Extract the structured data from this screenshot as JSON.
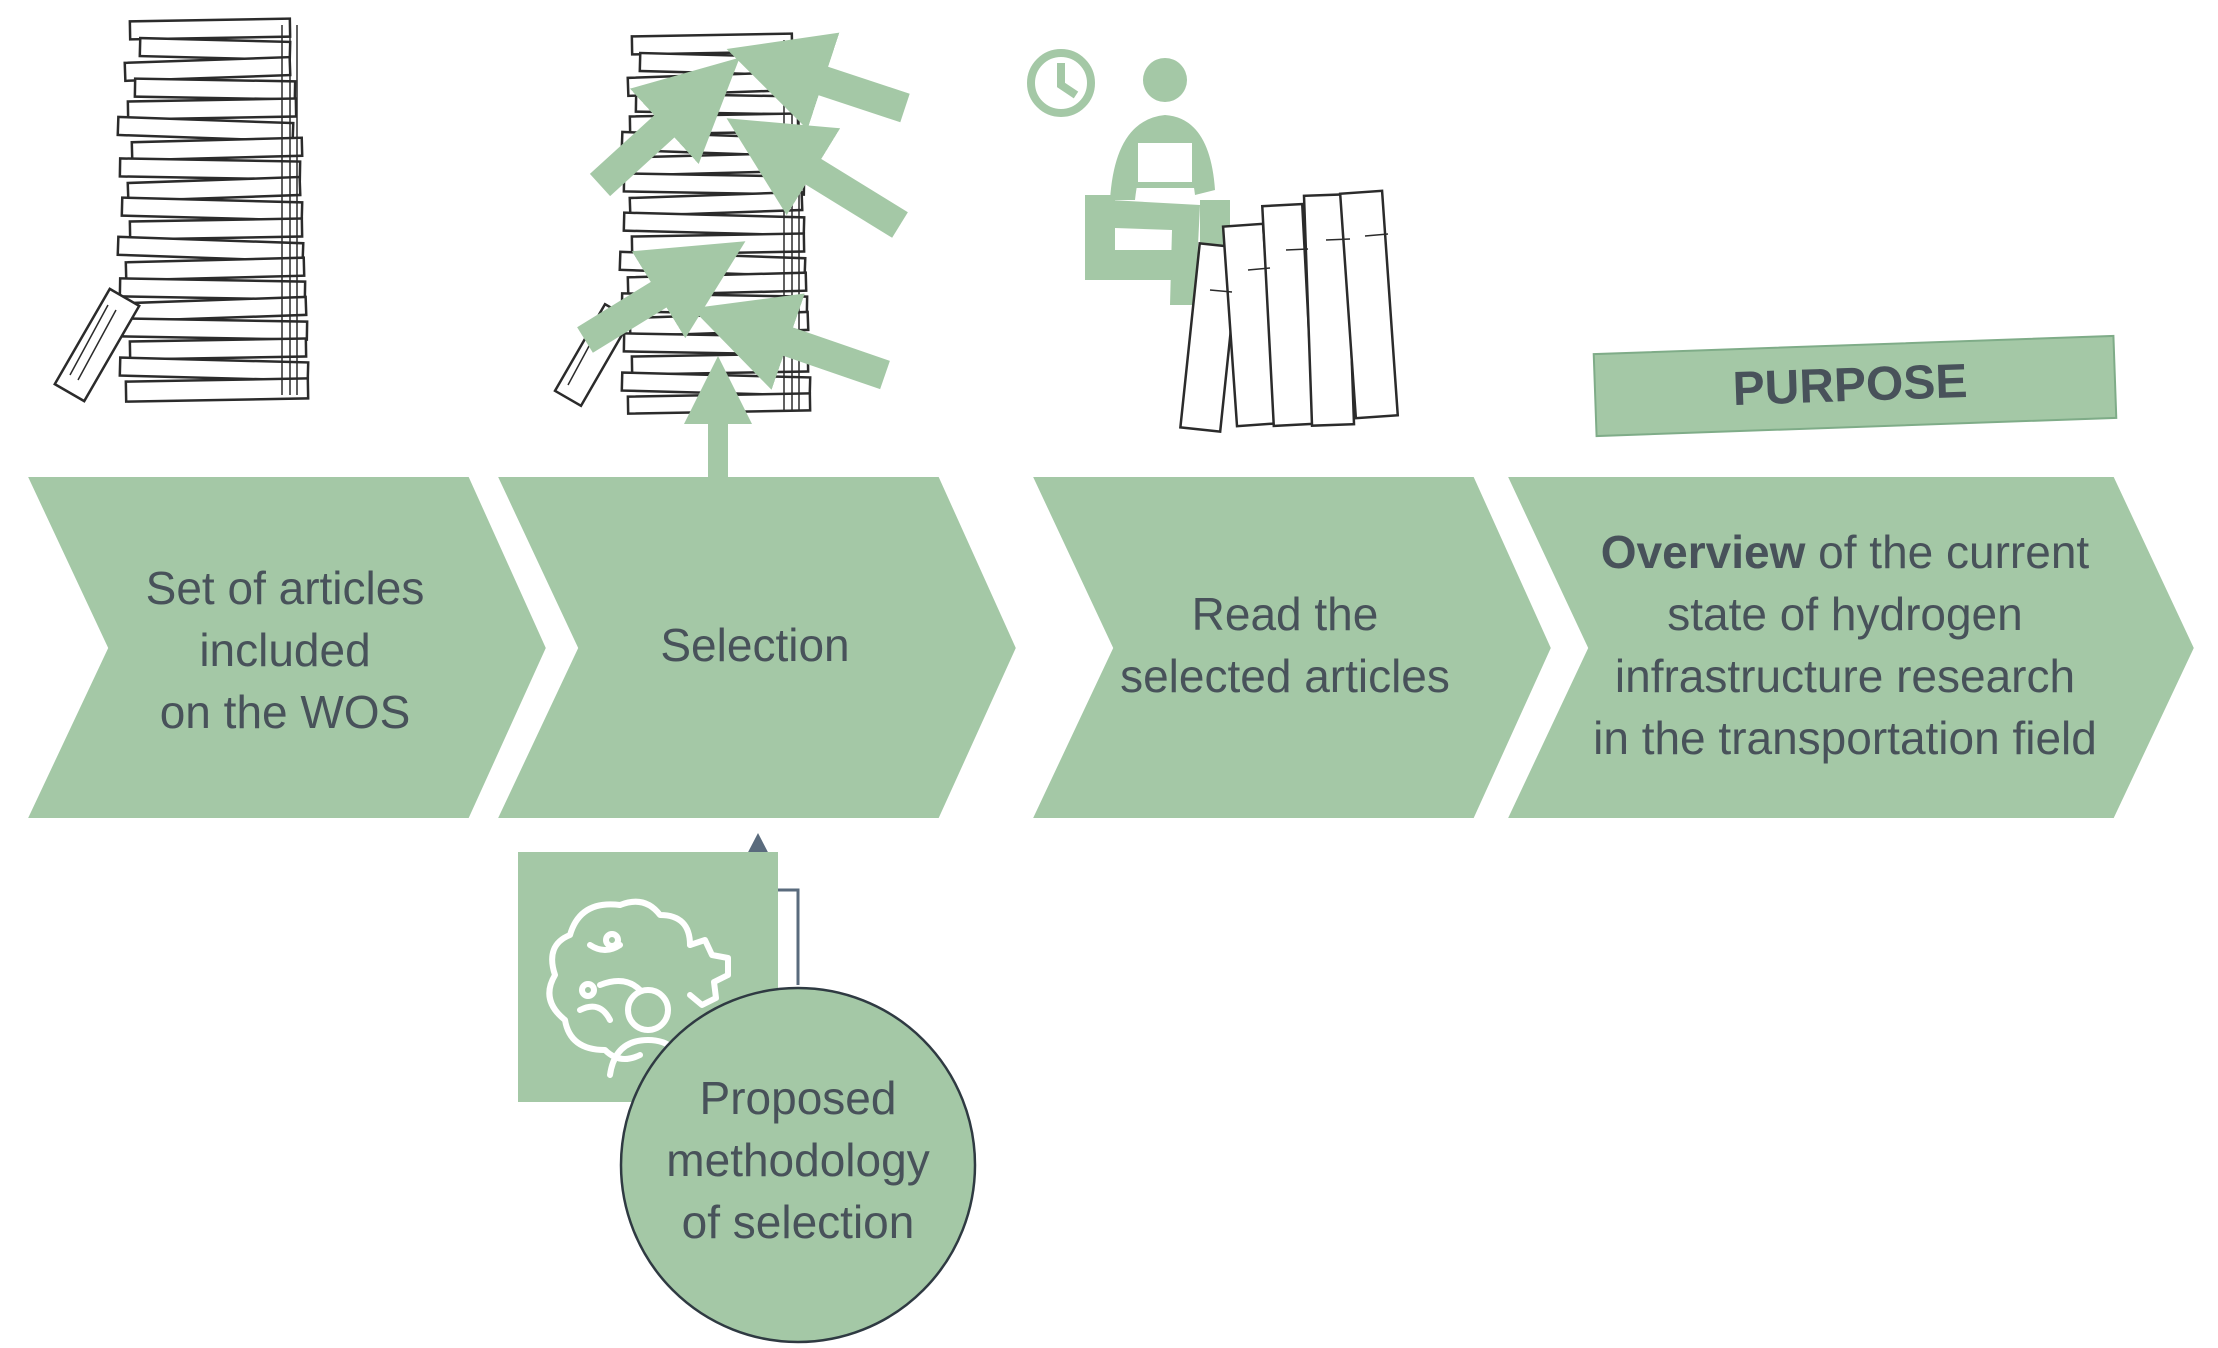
{
  "colors": {
    "fill": "#a4c8a6",
    "fill_dark": "#7fac88",
    "stroke": "#ffffff",
    "text": "#48525a",
    "books": "#2b2b2b"
  },
  "steps": [
    {
      "lines": [
        "Set of articles",
        "included",
        "on the WOS"
      ]
    },
    {
      "lines": [
        "Selection"
      ]
    },
    {
      "lines": [
        "Read the",
        "selected articles"
      ]
    },
    {
      "bold_lead": "Overview",
      "lines_first_rest": " of the current",
      "lines": [
        "state of hydrogen",
        "infrastructure research",
        "in the transportation field"
      ]
    }
  ],
  "purpose_label": "PURPOSE",
  "methodology": {
    "lines": [
      "Proposed",
      "methodology",
      "of selection"
    ]
  },
  "icons": [
    "stacked-books-icon",
    "fallen-book-icon",
    "clock-icon",
    "reading-person-icon",
    "armchair-icon",
    "standing-books-icon",
    "brain-gear-person-icon"
  ]
}
